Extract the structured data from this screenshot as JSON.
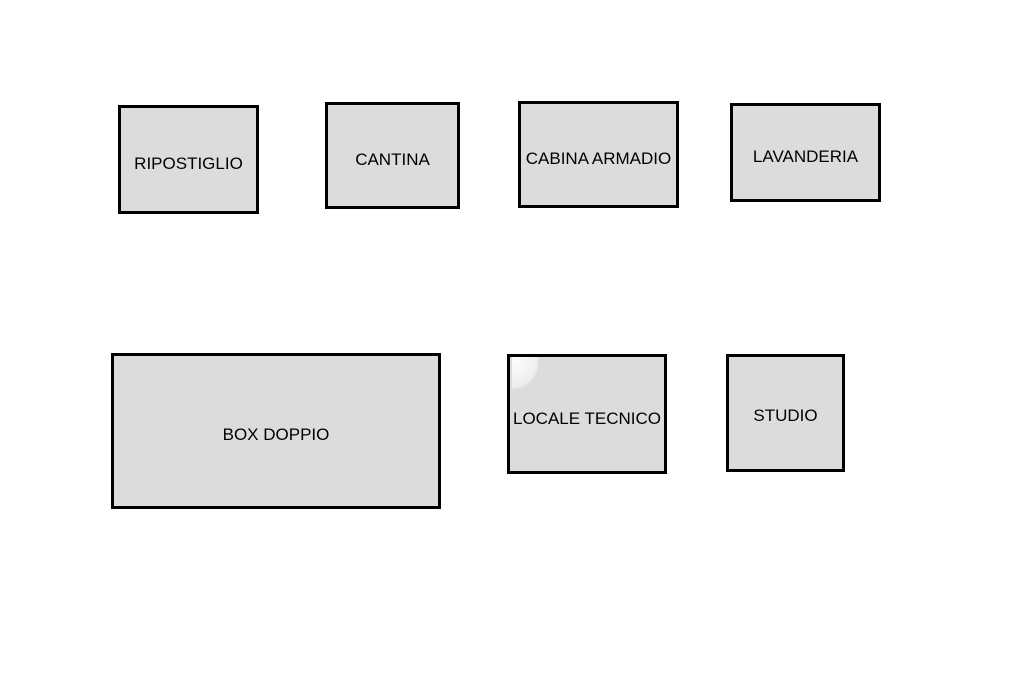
{
  "rooms": {
    "ripostiglio": "RIPOSTIGLIO",
    "cantina": "CANTINA",
    "cabina_armadio": "CABINA ARMADIO",
    "lavanderia": "LAVANDERIA",
    "box_doppio": "BOX DOPPIO",
    "locale_tecnico": "LOCALE TECNICO",
    "studio": "STUDIO"
  },
  "colors": {
    "background": "#ffffff",
    "room_fill": "#dcdcdc",
    "room_border": "#000000",
    "label_text": "#000000"
  }
}
